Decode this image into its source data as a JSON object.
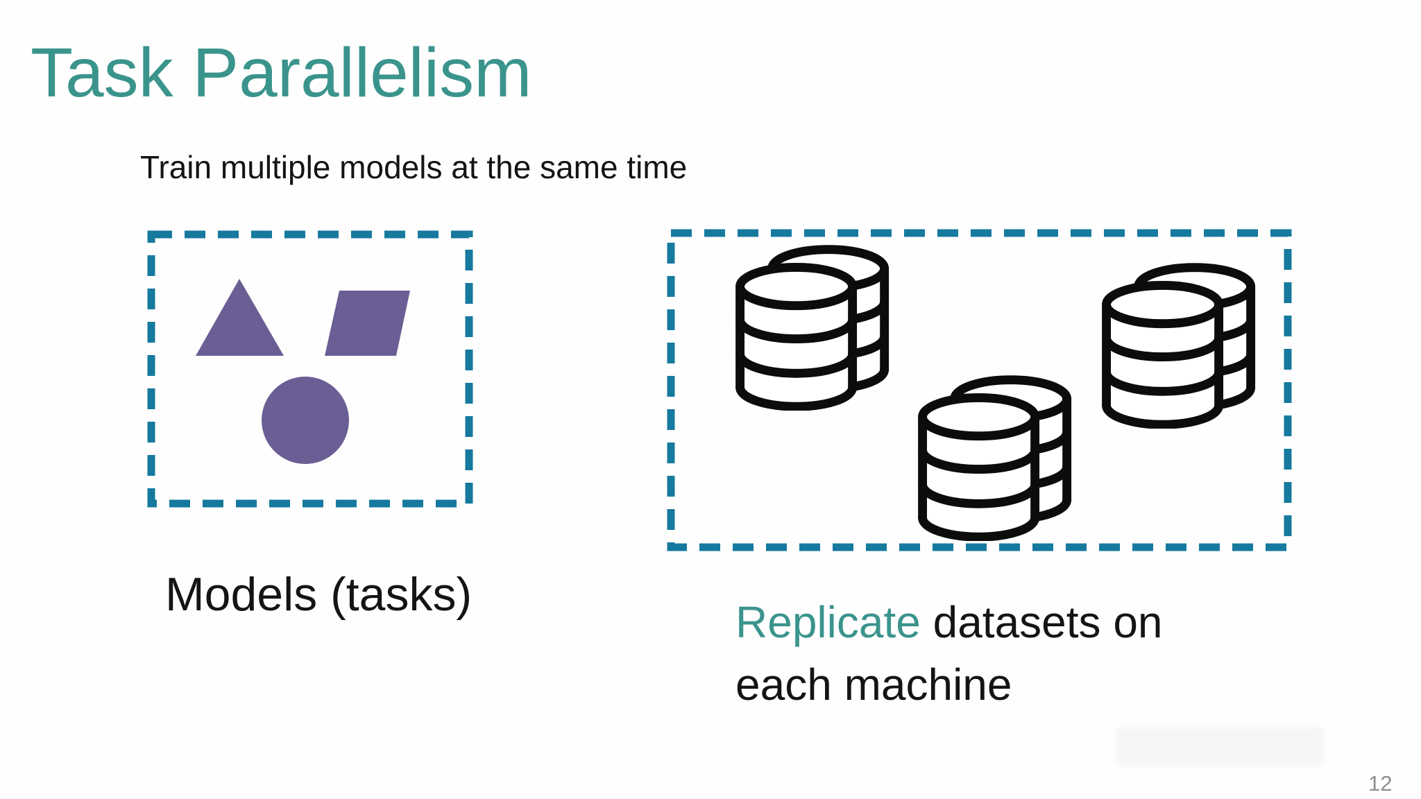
{
  "slide": {
    "title": "Task Parallelism",
    "subtitle": "Train multiple models at the same time",
    "page_number": "12"
  },
  "left_panel": {
    "label": "Models (tasks)",
    "shapes": [
      "triangle",
      "parallelogram",
      "circle"
    ]
  },
  "right_panel": {
    "caption_highlight": "Replicate",
    "caption_rest": " datasets on",
    "caption_line2": "each machine",
    "database_stacks": 3
  },
  "colors": {
    "accent_teal": "#3A948C",
    "dashed_border_teal": "#16799E",
    "shape_purple": "#6A5E94",
    "text_black": "#141414",
    "page_number_gray": "#8D8D92"
  }
}
